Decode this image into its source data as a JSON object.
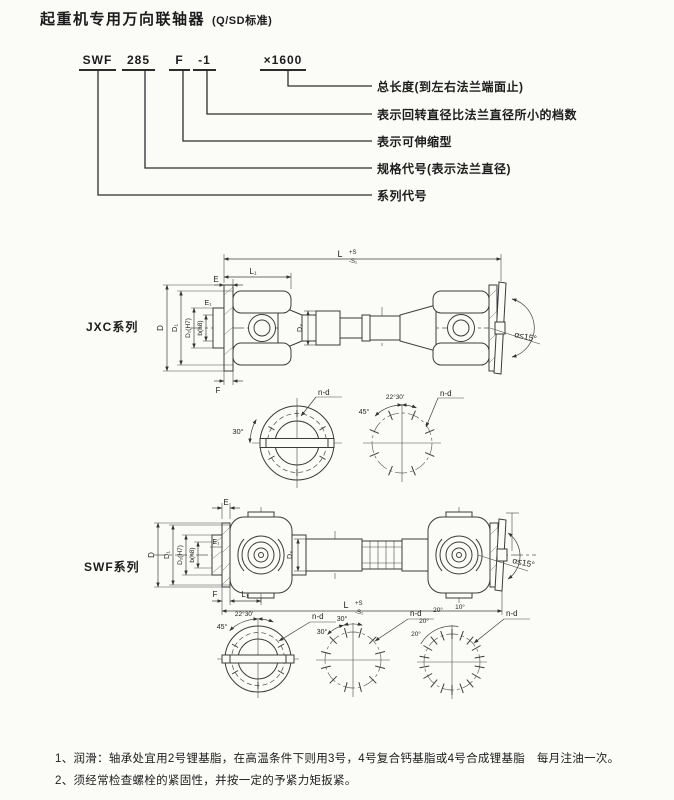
{
  "header": {
    "title": "起重机专用万向联轴器",
    "standard": "(Q/SD标准)"
  },
  "model": {
    "segments": [
      "SWF",
      "285",
      "F",
      "-1",
      "×1600"
    ],
    "callouts": [
      "总长度(到左右法兰端面止)",
      "表示回转直径比法兰直径所小的档数",
      "表示可伸缩型",
      "规格代号(表示法兰直径)",
      "系列代号"
    ]
  },
  "series": {
    "jxc": "JXC系列",
    "swf": "SWF系列"
  },
  "dims": {
    "L": "L",
    "L_plus": "+S",
    "L_minus": "-S₁",
    "L1": "L₁",
    "E": "E",
    "E1": "E₁",
    "D": "D",
    "D1": "D₁",
    "D2": "D₂(H7)",
    "b": "b(h8)",
    "D3": "D₃",
    "F": "F",
    "angle": "α≤15°",
    "n_d": "n-d",
    "a30": "30°",
    "a45": "45°",
    "a22_30": "22°30′",
    "a20": "20°",
    "a10": "10°"
  },
  "notes": [
    "1、润滑：轴承处宜用2号锂基脂，在高温条件下则用3号，4号复合钙基脂或4号合成锂基脂　每月注油一次。",
    "2、须经常检查螺栓的紧固性，并按一定的予紧力矩扳紧。"
  ]
}
